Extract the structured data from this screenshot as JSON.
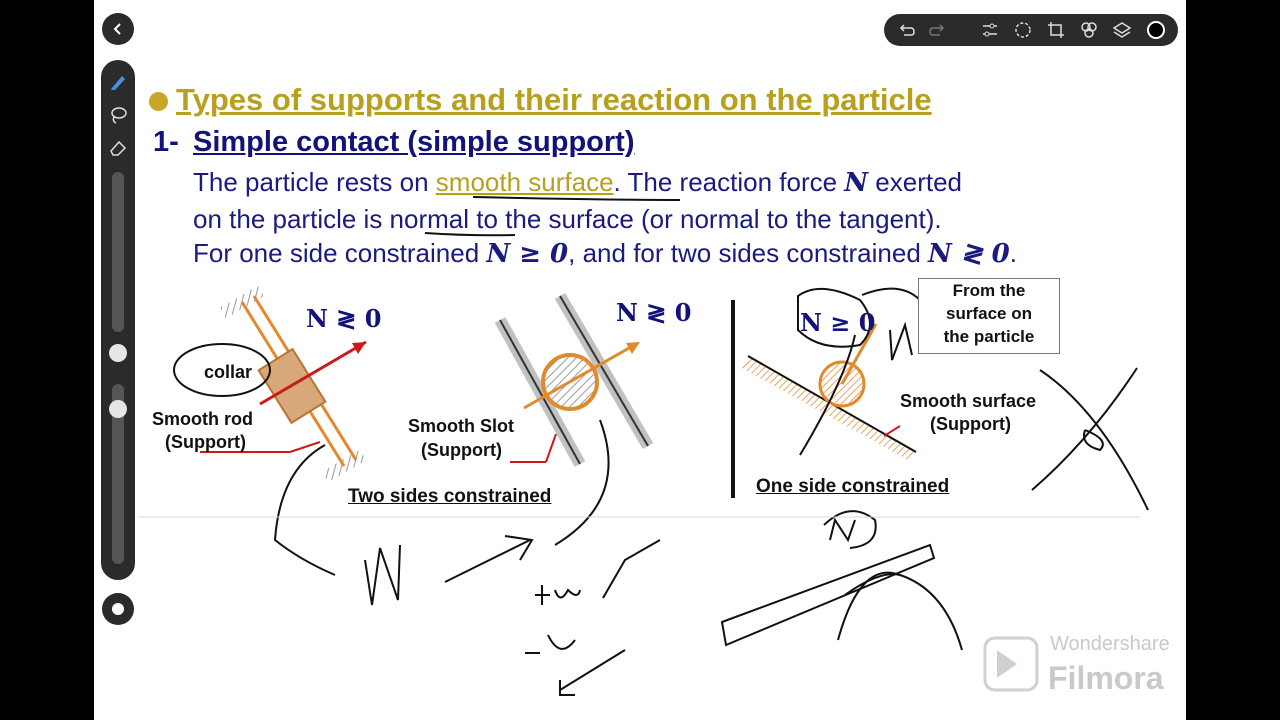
{
  "slide": {
    "title": "Types of supports and their reaction on the particle",
    "section_number": "1-",
    "section_title": "Simple contact (simple support)",
    "line1_a": "The particle rests on ",
    "line1_hl": "smooth surface",
    "line1_b": ". The reaction force ",
    "line1_n": "N",
    "line1_c": " exerted",
    "line2": "on the particle is normal to the surface (or normal to the tangent).",
    "line3_a": "For one side constrained ",
    "line3_n1": "N ≥ 0",
    "line3_b": ", and for two sides constrained ",
    "line3_n2": "N ≷ 0",
    "line3_c": "."
  },
  "figure": {
    "left_n_label": "N ≷ 0",
    "collar_label": "collar",
    "smooth_rod_label_1": "Smooth rod",
    "smooth_rod_label_2": "(Support)",
    "middle_n_label": "N ≷ 0",
    "smooth_slot_label_1": "Smooth Slot",
    "smooth_slot_label_2": "(Support)",
    "two_sides_caption": "Two sides constrained",
    "right_n_label": "N ≥ 0",
    "box_line1": "From the",
    "box_line2": "surface on",
    "box_line3": "the particle",
    "smooth_surface_label_1": "Smooth surface",
    "smooth_surface_label_2": "(Support)",
    "one_side_caption": "One side constrained"
  },
  "watermark": {
    "brand_small": "Wondershare",
    "brand_large": "Filmora"
  },
  "colors": {
    "title_gold": "#b8a01e",
    "text_navy": "#1a1a80",
    "orange": "#e08a2c",
    "red": "#cc1a1a"
  }
}
